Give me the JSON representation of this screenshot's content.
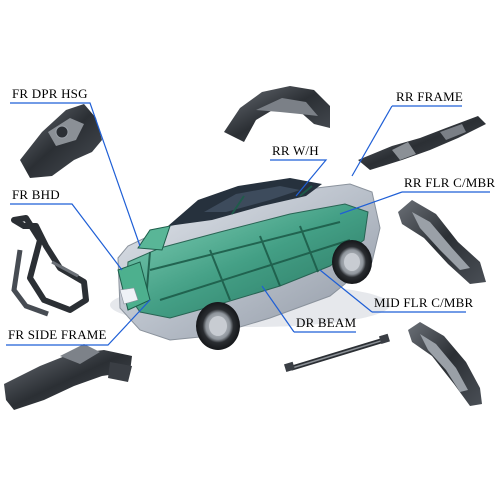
{
  "labels": {
    "fr_dpr_hsg": "FR DPR HSG",
    "fr_bhd": "FR BHD",
    "fr_side_frame": "FR SIDE FRAME",
    "rr_frame": "RR FRAME",
    "rr_wh": "RR W/H",
    "rr_flr_cmbr": "RR FLR C/MBR",
    "mid_flr_cmbr": "MID FLR C/MBR",
    "dr_beam": "DR BEAM"
  },
  "colors": {
    "leader": "#1f5fd6",
    "frame_green": "#3fa88a",
    "part_dark": "#2f3338",
    "part_light": "#8c9096",
    "body_silver": "#c9cfd8",
    "glass": "#1e2a38"
  },
  "icons": [
    "car-body-in-white",
    "front-damper-housing-part",
    "front-bulkhead-part",
    "front-side-frame-part",
    "rear-wheelhouse-part",
    "rear-frame-part",
    "rear-floor-crossmember-part",
    "middle-floor-crossmember-part",
    "door-beam-part"
  ]
}
